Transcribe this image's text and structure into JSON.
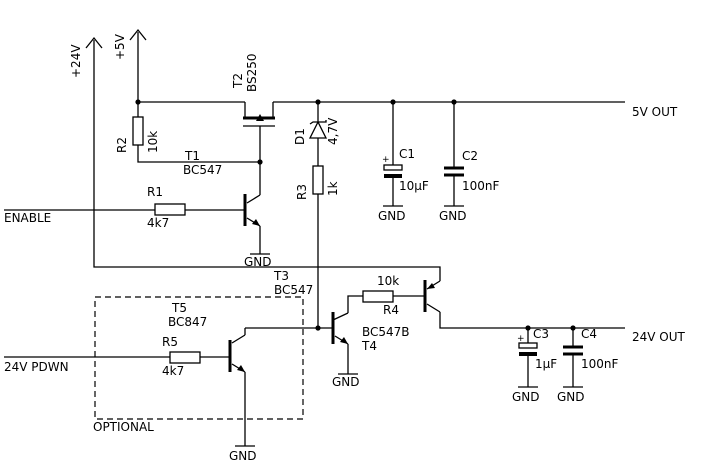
{
  "rails": {
    "v24": "+24V",
    "v5": "+5V"
  },
  "outputs": {
    "out5": "5V OUT",
    "out24": "24V OUT"
  },
  "inputs": {
    "enable": "ENABLE",
    "pdwn": "24V PDWN"
  },
  "box_label": "OPTIONAL",
  "gnd": "GND",
  "components": {
    "R1": {
      "ref": "R1",
      "value": "4k7"
    },
    "R2": {
      "ref": "R2",
      "value": "10k"
    },
    "R3": {
      "ref": "R3",
      "value": "1k"
    },
    "R4": {
      "ref": "R4",
      "value": "10k"
    },
    "R5": {
      "ref": "R5",
      "value": "4k7"
    },
    "T1": {
      "ref": "T1",
      "value": "BC547"
    },
    "T2": {
      "ref": "T2",
      "value": "BS250"
    },
    "T3": {
      "ref": "T3",
      "value": "BC547"
    },
    "T4": {
      "ref": "T4",
      "value": "BC547B"
    },
    "T5": {
      "ref": "T5",
      "value": "BC847"
    },
    "D1": {
      "ref": "D1",
      "value": "4,7V"
    },
    "C1": {
      "ref": "C1",
      "value": "10µF"
    },
    "C2": {
      "ref": "C2",
      "value": "100nF"
    },
    "C3": {
      "ref": "C3",
      "value": "1µF"
    },
    "C4": {
      "ref": "C4",
      "value": "100nF"
    }
  },
  "polarity_mark": "+"
}
